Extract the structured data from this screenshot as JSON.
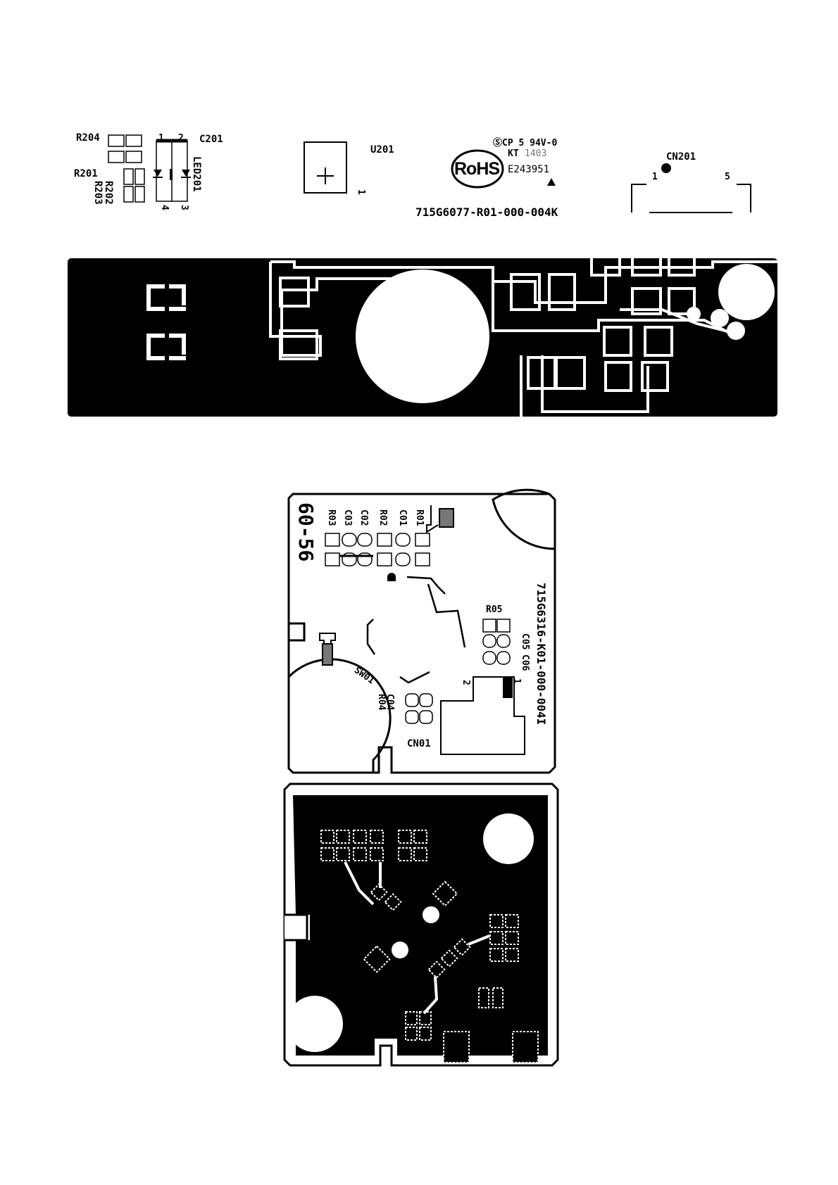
{
  "board1_silkscreen": {
    "refs": {
      "r204": "R204",
      "r201": "R201",
      "r202": "R202",
      "r203": "R203",
      "c201": "C201",
      "led201": "LED201",
      "u201": "U201",
      "u201_pin": "1",
      "cn201": "CN201",
      "cn201_pin1": "1",
      "cn201_pin5": "5",
      "led_pin1": "1",
      "led_pin2": "2",
      "led_pin3": "3",
      "led_pin4": "4"
    },
    "cert": {
      "rohs": "RoHS",
      "ul_line": "ⓈCP 5 94V-0",
      "kt_label": "KT",
      "kt_code": "1403",
      "e_number": "E243951"
    },
    "part_number": "715G6077-R01-000-004K"
  },
  "board2_silkscreen": {
    "refs": {
      "r03": "R03",
      "c03": "C03",
      "c02": "C02",
      "r02": "R02",
      "c01": "C01",
      "r01": "R01",
      "r05": "R05",
      "c05": "C05",
      "c06": "C06",
      "sw01": "SW01",
      "c04": "C04",
      "r04": "R04",
      "cn01": "CN01",
      "cn01_pin1": "1",
      "cn01_pin2": "2"
    },
    "board_code": "60-56",
    "part_number": "715G6316-K01-000-004I"
  },
  "colors": {
    "copper": "#000000",
    "background": "#ffffff"
  }
}
